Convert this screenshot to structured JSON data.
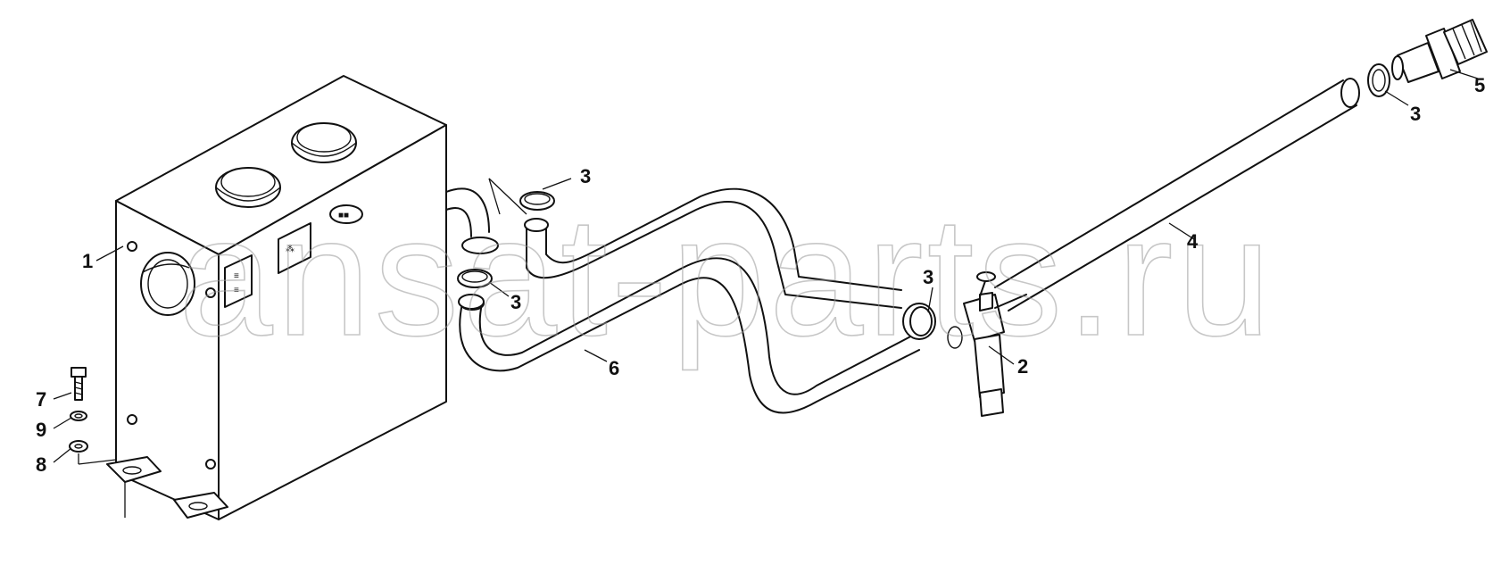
{
  "watermark": "ansat-parts.ru",
  "callouts": {
    "c1": "1",
    "c2": "2",
    "c3a": "3",
    "c3b": "3",
    "c3c": "3",
    "c3d": "3",
    "c4": "4",
    "c5": "5",
    "c6": "6",
    "c7": "7",
    "c8": "8",
    "c9": "9"
  }
}
